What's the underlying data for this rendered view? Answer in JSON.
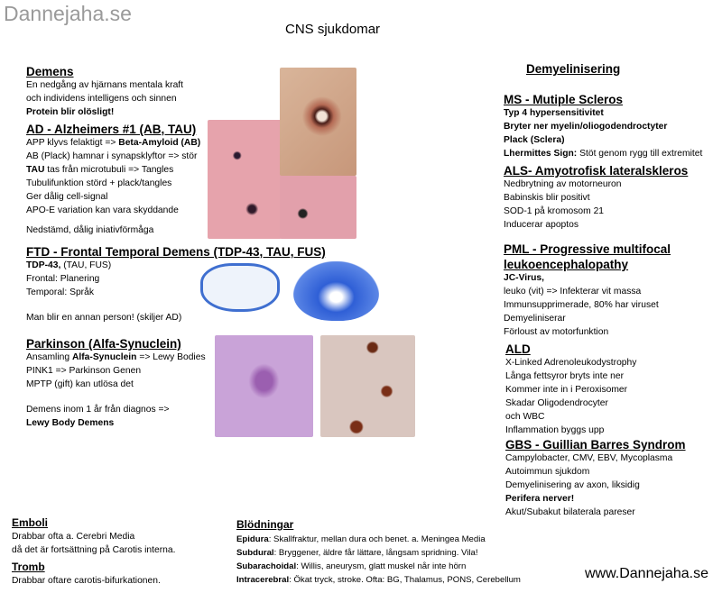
{
  "watermark": "Dannejaha.se",
  "title": "CNS sjukdomar",
  "demens": {
    "heading": "Demens",
    "lines": [
      "En nedgång av hjärnans mentala kraft",
      "och individens intelligens och sinnen"
    ],
    "bold_line": "Protein blir olösligt!"
  },
  "ad": {
    "heading": "AD - Alzheimers #1 (AB, TAU)",
    "l1a": "APP klyvs felaktigt => ",
    "l1b": "Beta-Amyloid (AB)",
    "l2": "AB (Plack) hamnar i synapsklyftor => stör",
    "l3a": "TAU",
    "l3b": " tas från microtubuli => Tangles",
    "l4": "Tubulifunktion störd + plack/tangles",
    "l5": "Ger dålig cell-signal",
    "l6": "APO-E variation kan vara skyddande",
    "l7": "Nedstämd,  dålig iniativförmåga"
  },
  "ftd": {
    "heading": "FTD - Frontal Temporal Demens (TDP-43, TAU, FUS)",
    "l1a": "TDP-43,",
    "l1b": " (TAU, FUS)",
    "l2": "Frontal: Planering",
    "l3": "Temporal: Språk",
    "l4": "Man blir en annan person! (skiljer AD)"
  },
  "parkinson": {
    "heading": "Parkinson (Alfa-Synuclein)",
    "l1a": "Ansamling ",
    "l1b": "Alfa-Synuclein",
    "l1c": " => Lewy Bodies",
    "l2": "PINK1 => Parkinson Genen",
    "l3": "MPTP (gift) kan utlösa det",
    "l4": "Demens inom 1 år från diagnos =>",
    "l5": "Lewy Body Demens"
  },
  "right": {
    "heading": "Demyelinisering",
    "ms": {
      "heading": "MS - Mutiple Scleros",
      "lines": [
        "Typ 4 hypersensitivitet",
        "Bryter ner myelin/oliogodendroctyter",
        "Plack (Sclera)"
      ],
      "l4a": "Lhermittes Sign:",
      "l4b": " Stöt genom rygg till extremitet"
    },
    "als": {
      "heading": "ALS- Amyotrofisk lateralskleros",
      "lines": [
        "Nedbrytning av motorneuron",
        "Babinskis blir positivt",
        "SOD-1 på kromosom 21",
        "Inducerar apoptos"
      ]
    },
    "pml": {
      "heading1": "PML - Progressive multifocal",
      "heading2": "leukoencephalopathy",
      "bold": "JC-Virus,",
      "lines": [
        "leuko (vit) => Infekterar vit massa",
        "Immunsupprimerade, 80% har viruset",
        "Demyeliniserar",
        "Förloust av motorfunktion"
      ]
    },
    "ald": {
      "heading": "ALD",
      "lines": [
        "X-Linked Adrenoleukodystrophy",
        "Långa fettsyror bryts inte ner",
        "Kommer inte in i Peroxisomer",
        "Skadar Oligodendrocyter",
        "och WBC",
        "Inflammation byggs upp"
      ]
    },
    "gbs": {
      "heading": "GBS - Guillian Barres Syndrom",
      "l1": "Campylobacter, CMV, EBV, Mycoplasma",
      "l2": "Autoimmun sjukdom",
      "l3": "Demyelinisering av axon, liksidig",
      "l4": "Perifera nerver!",
      "l5": "Akut/Subakut bilaterala pareser"
    }
  },
  "emboli": {
    "heading": "Emboli",
    "lines": [
      "Drabbar ofta a. Cerebri Media",
      "då det är fortsättning på Carotis interna."
    ]
  },
  "tromb": {
    "heading": "Tromb",
    "line": "Drabbar oftare carotis-bifurkationen."
  },
  "blodningar": {
    "heading": "Blödningar",
    "rows": [
      {
        "k": "Epidura",
        "v": ": Skallfraktur, mellan dura och benet. a. Meningea Media"
      },
      {
        "k": "Subdural",
        "v": ": Bryggener, äldre får lättare, långsam spridning. Vila!"
      },
      {
        "k": "Subarachoidal",
        "v": ": Willis, aneurysm, glatt muskel når inte hörn"
      },
      {
        "k": "Intracerebral",
        "v": ": Ökat tryck, stroke. Ofta: BG, Thalamus, PONS, Cerebellum"
      }
    ]
  },
  "site": "www.Dannejaha.se"
}
